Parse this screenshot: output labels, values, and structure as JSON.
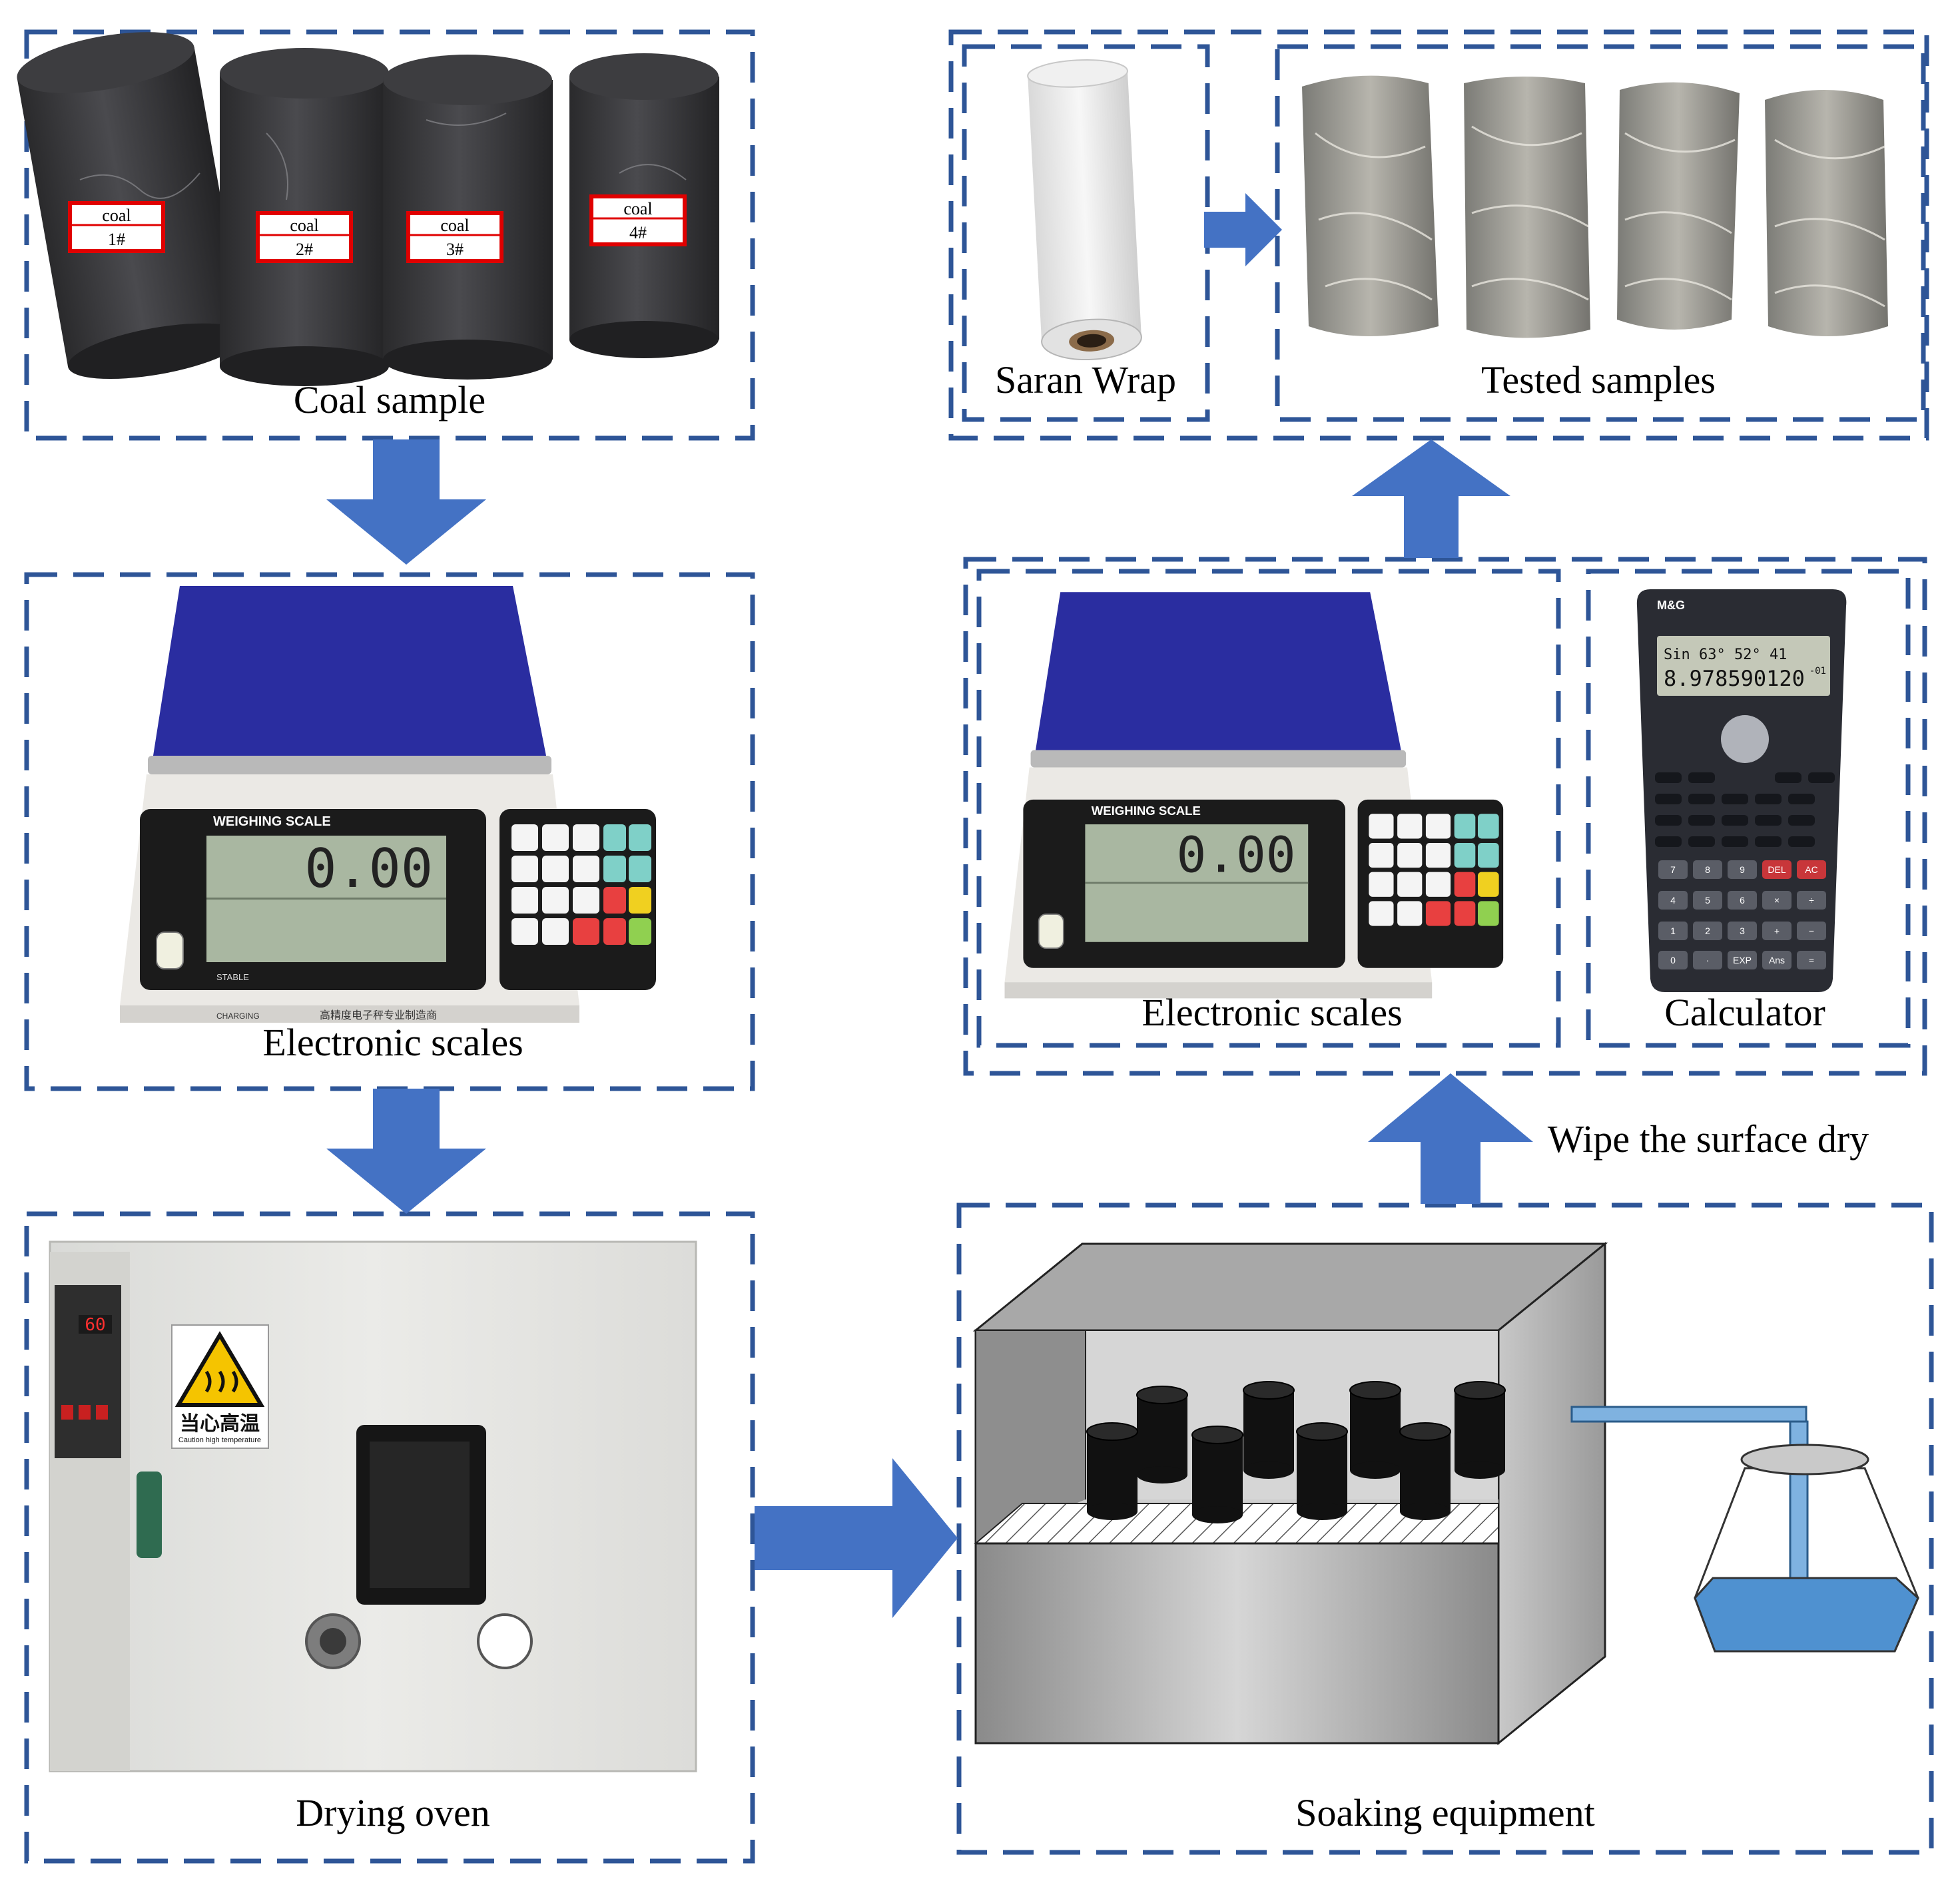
{
  "colors": {
    "frame": "#2E5597",
    "arrow": "#4472C4",
    "water": "#4F91D0"
  },
  "panels": {
    "coal_sample": {
      "caption": "Coal sample",
      "labels": [
        {
          "top": "coal",
          "bottom": "1#"
        },
        {
          "top": "coal",
          "bottom": "2#"
        },
        {
          "top": "coal",
          "bottom": "3#"
        },
        {
          "top": "coal",
          "bottom": "4#"
        }
      ]
    },
    "electronic_scales_1": {
      "caption": "Electronic scales",
      "brand": "WEIGHING SCALE",
      "reading": "0.00",
      "stable": "STABLE",
      "charging": "CHARGING",
      "maker": "高精度电子秤专业制造商"
    },
    "drying_oven": {
      "caption": "Drying oven",
      "temp_readout": "60",
      "warning_cn": "当心高温",
      "warning_en": "Caution high temperature"
    },
    "soaking_equipment": {
      "caption": "Soaking equipment"
    },
    "electronic_scales_2": {
      "caption": "Electronic scales",
      "brand": "WEIGHING SCALE",
      "reading": "0.00"
    },
    "calculator": {
      "caption": "Calculator",
      "brand": "M&G",
      "display_line1": "Sin 63° 52° 41",
      "display_line2": "8.978590120",
      "display_exp": "-01",
      "keys_row1": [
        "7",
        "8",
        "9",
        "DEL",
        "AC"
      ],
      "keys_row2": [
        "4",
        "5",
        "6",
        "×",
        "÷"
      ],
      "keys_row3": [
        "1",
        "2",
        "3",
        "+",
        "−"
      ],
      "keys_row4": [
        "0",
        "·",
        "EXP",
        "Ans",
        "="
      ]
    },
    "saran_wrap": {
      "caption": "Saran Wrap"
    },
    "tested_samples": {
      "caption": "Tested samples"
    }
  },
  "steps": {
    "wipe_label": "Wipe the surface dry"
  }
}
